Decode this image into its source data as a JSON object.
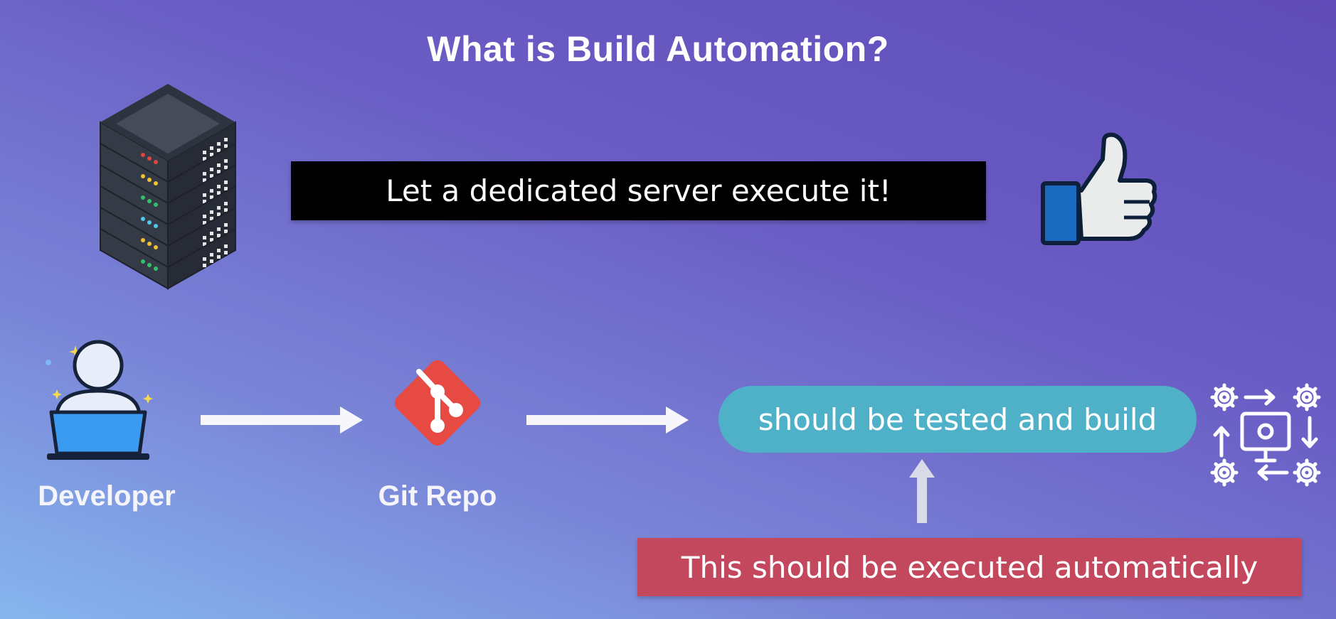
{
  "title": "What is Build Automation?",
  "callout": "Let a dedicated server execute it!",
  "nodes": {
    "developer": "Developer",
    "repo": "Git Repo",
    "process": "should be tested and build"
  },
  "note": "This should be executed automatically",
  "icons": [
    "server-rack-icon",
    "thumbs-up-icon",
    "developer-laptop-icon",
    "git-logo-icon",
    "automation-gears-icon"
  ],
  "colors": {
    "callout_bg": "#000000",
    "process_pill": "#4fb1c8",
    "note_bg": "#c3475d",
    "git": "#e64a42",
    "thumb_cuff": "#1a6bbf"
  }
}
